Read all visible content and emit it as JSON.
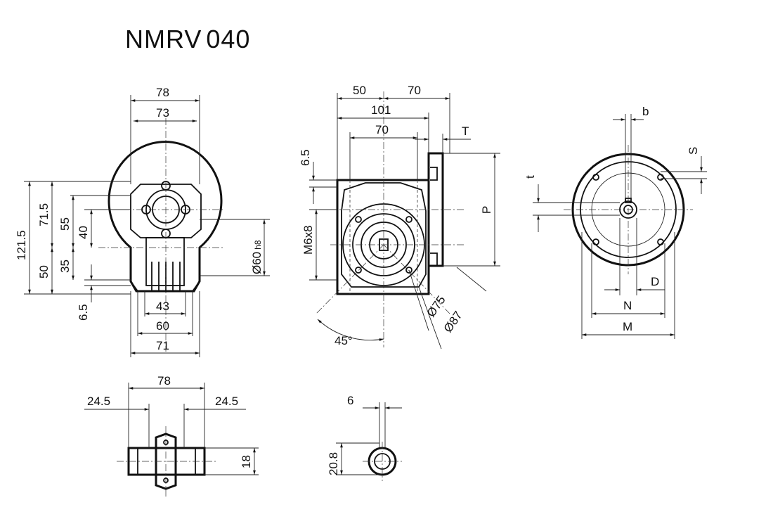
{
  "title": "NMRV040",
  "title_model": "NMRV",
  "title_size": "040",
  "front_view": {
    "width_outer": "78",
    "width_inner": "73",
    "height_total": "121.5",
    "height_upper": "71.5",
    "height_55": "55",
    "height_40": "40",
    "height_35": "35",
    "height_lower": "50",
    "base_offset": "6.5",
    "base_43": "43",
    "base_60": "60",
    "base_71": "71",
    "spigot": "Ø60",
    "spigot_fit": "h8"
  },
  "side_view": {
    "width_50": "50",
    "width_70_top": "70",
    "width_101": "101",
    "width_70": "70",
    "flange_thickness": "T",
    "flange_height": "P",
    "offset_6_5": "6.5",
    "thread": "M6x8",
    "bolt_circle_75": "Ø75",
    "bolt_circle_87": "Ø87",
    "angle": "45°"
  },
  "flange_view": {
    "key_width": "b",
    "spigot_depth": "S",
    "key_height": "t",
    "bore": "D",
    "spigot_diameter": "N",
    "bolt_circle": "M"
  },
  "shaft_view": {
    "length": "78",
    "left_offset": "24.5",
    "right_offset": "24.5",
    "diameter": "18"
  },
  "bore_view": {
    "key_width": "6",
    "key_depth": "20.8"
  }
}
